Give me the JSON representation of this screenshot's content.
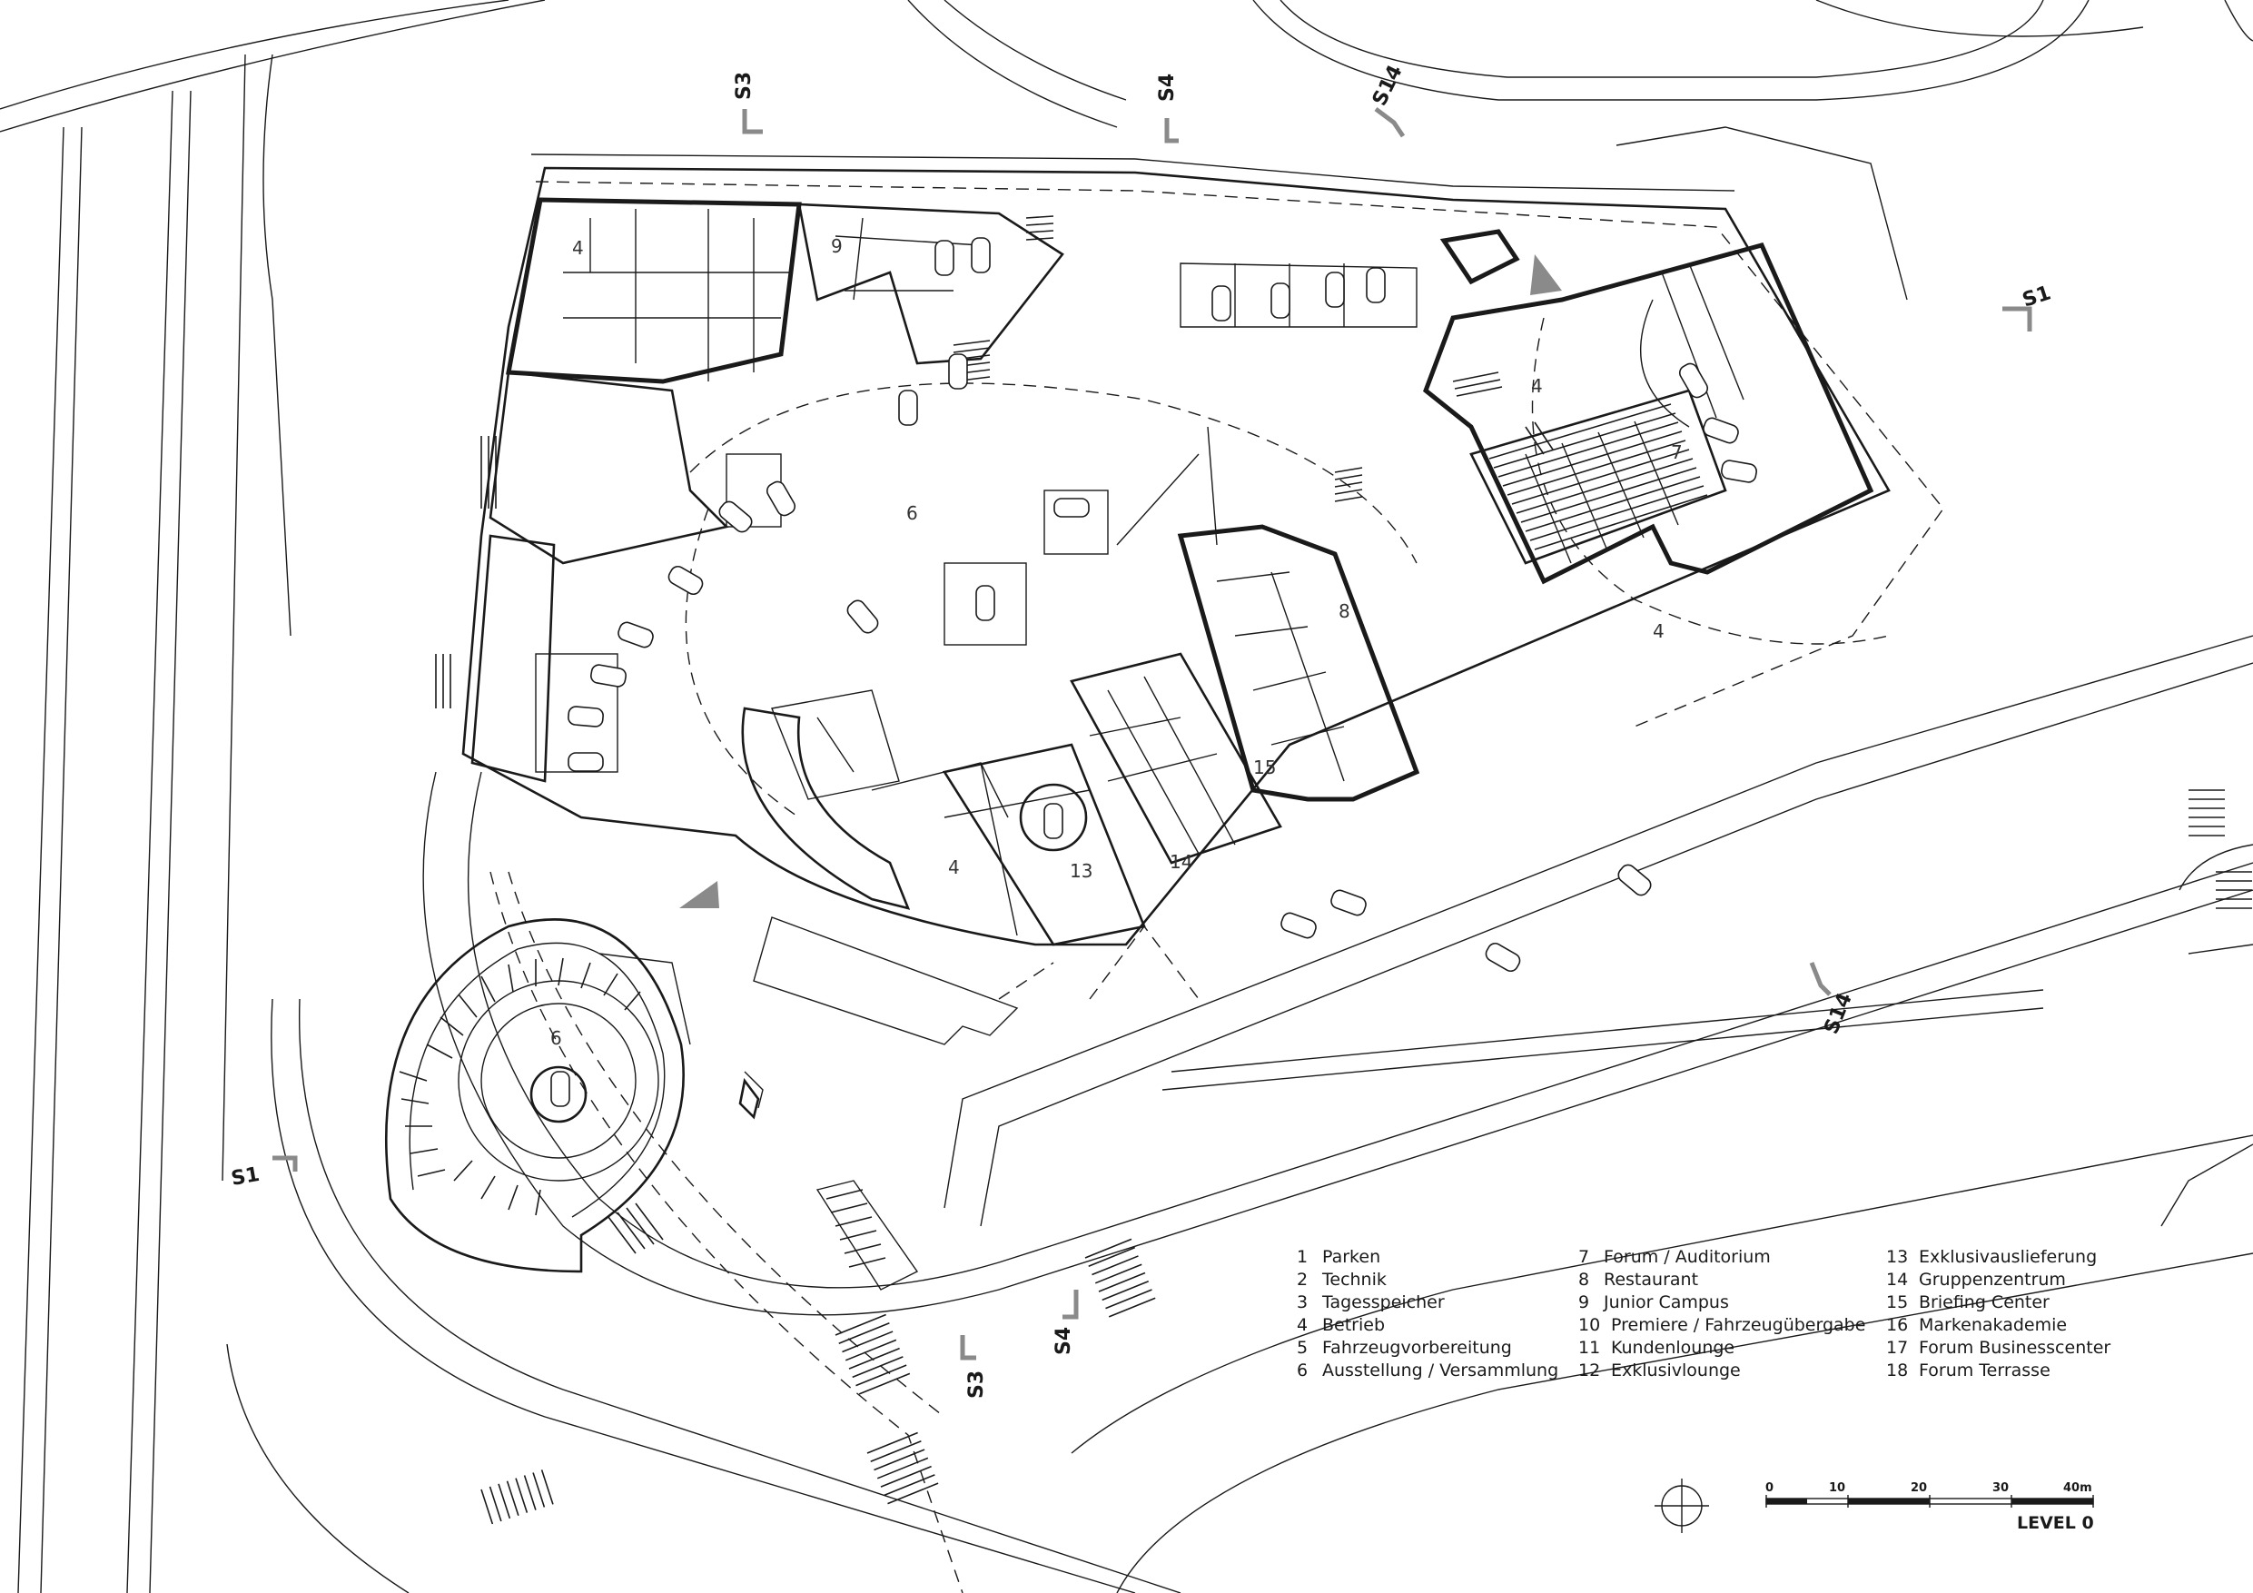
{
  "sections": [
    {
      "label": "S3",
      "id": "top-s3"
    },
    {
      "label": "S4",
      "id": "top-s4"
    },
    {
      "label": "S14",
      "id": "top-s14"
    },
    {
      "label": "S1",
      "id": "right-s1"
    },
    {
      "label": "S1",
      "id": "left-s1"
    },
    {
      "label": "S14",
      "id": "bottom-s14"
    },
    {
      "label": "S4",
      "id": "bottom-s4"
    },
    {
      "label": "S3",
      "id": "bottom-s3"
    }
  ],
  "room_numbers": {
    "r4_nw": "4",
    "r9": "9",
    "r6_main": "6",
    "r4_ne": "4",
    "r7": "7",
    "r8": "8",
    "r4_e": "4",
    "r15": "15",
    "r13": "13",
    "r14": "14",
    "r4_s": "4",
    "r6_round": "6"
  },
  "legend": {
    "col1": [
      {
        "num": "1",
        "text": "Parken"
      },
      {
        "num": "2",
        "text": "Technik"
      },
      {
        "num": "3",
        "text": "Tagesspeicher"
      },
      {
        "num": "4",
        "text": "Betrieb"
      },
      {
        "num": "5",
        "text": "Fahrzeugvorbereitung"
      },
      {
        "num": "6",
        "text": "Ausstellung / Versammlung"
      }
    ],
    "col2": [
      {
        "num": "7",
        "text": "Forum / Auditorium"
      },
      {
        "num": "8",
        "text": "Restaurant"
      },
      {
        "num": "9",
        "text": "Junior Campus"
      },
      {
        "num": "10",
        "text": "Premiere / Fahrzeugübergabe"
      },
      {
        "num": "11",
        "text": "Kundenlounge"
      },
      {
        "num": "12",
        "text": "Exklusivlounge"
      }
    ],
    "col3": [
      {
        "num": "13",
        "text": "Exklusivauslieferung"
      },
      {
        "num": "14",
        "text": "Gruppenzentrum"
      },
      {
        "num": "15",
        "text": "Briefing Center"
      },
      {
        "num": "16",
        "text": "Markenakademie"
      },
      {
        "num": "17",
        "text": "Forum Businesscenter"
      },
      {
        "num": "18",
        "text": "Forum Terrasse"
      }
    ]
  },
  "scale": {
    "ticks": [
      "0",
      "10",
      "20",
      "30",
      "40m"
    ],
    "title": "LEVEL 0"
  },
  "icons": {
    "north": "north-arrow-icon",
    "entrance": "entrance-triangle-icon",
    "car": "car-icon"
  },
  "colors": {
    "line": "#1a1a1a",
    "section_marker": "#8a8a8a",
    "background": "#ffffff"
  }
}
